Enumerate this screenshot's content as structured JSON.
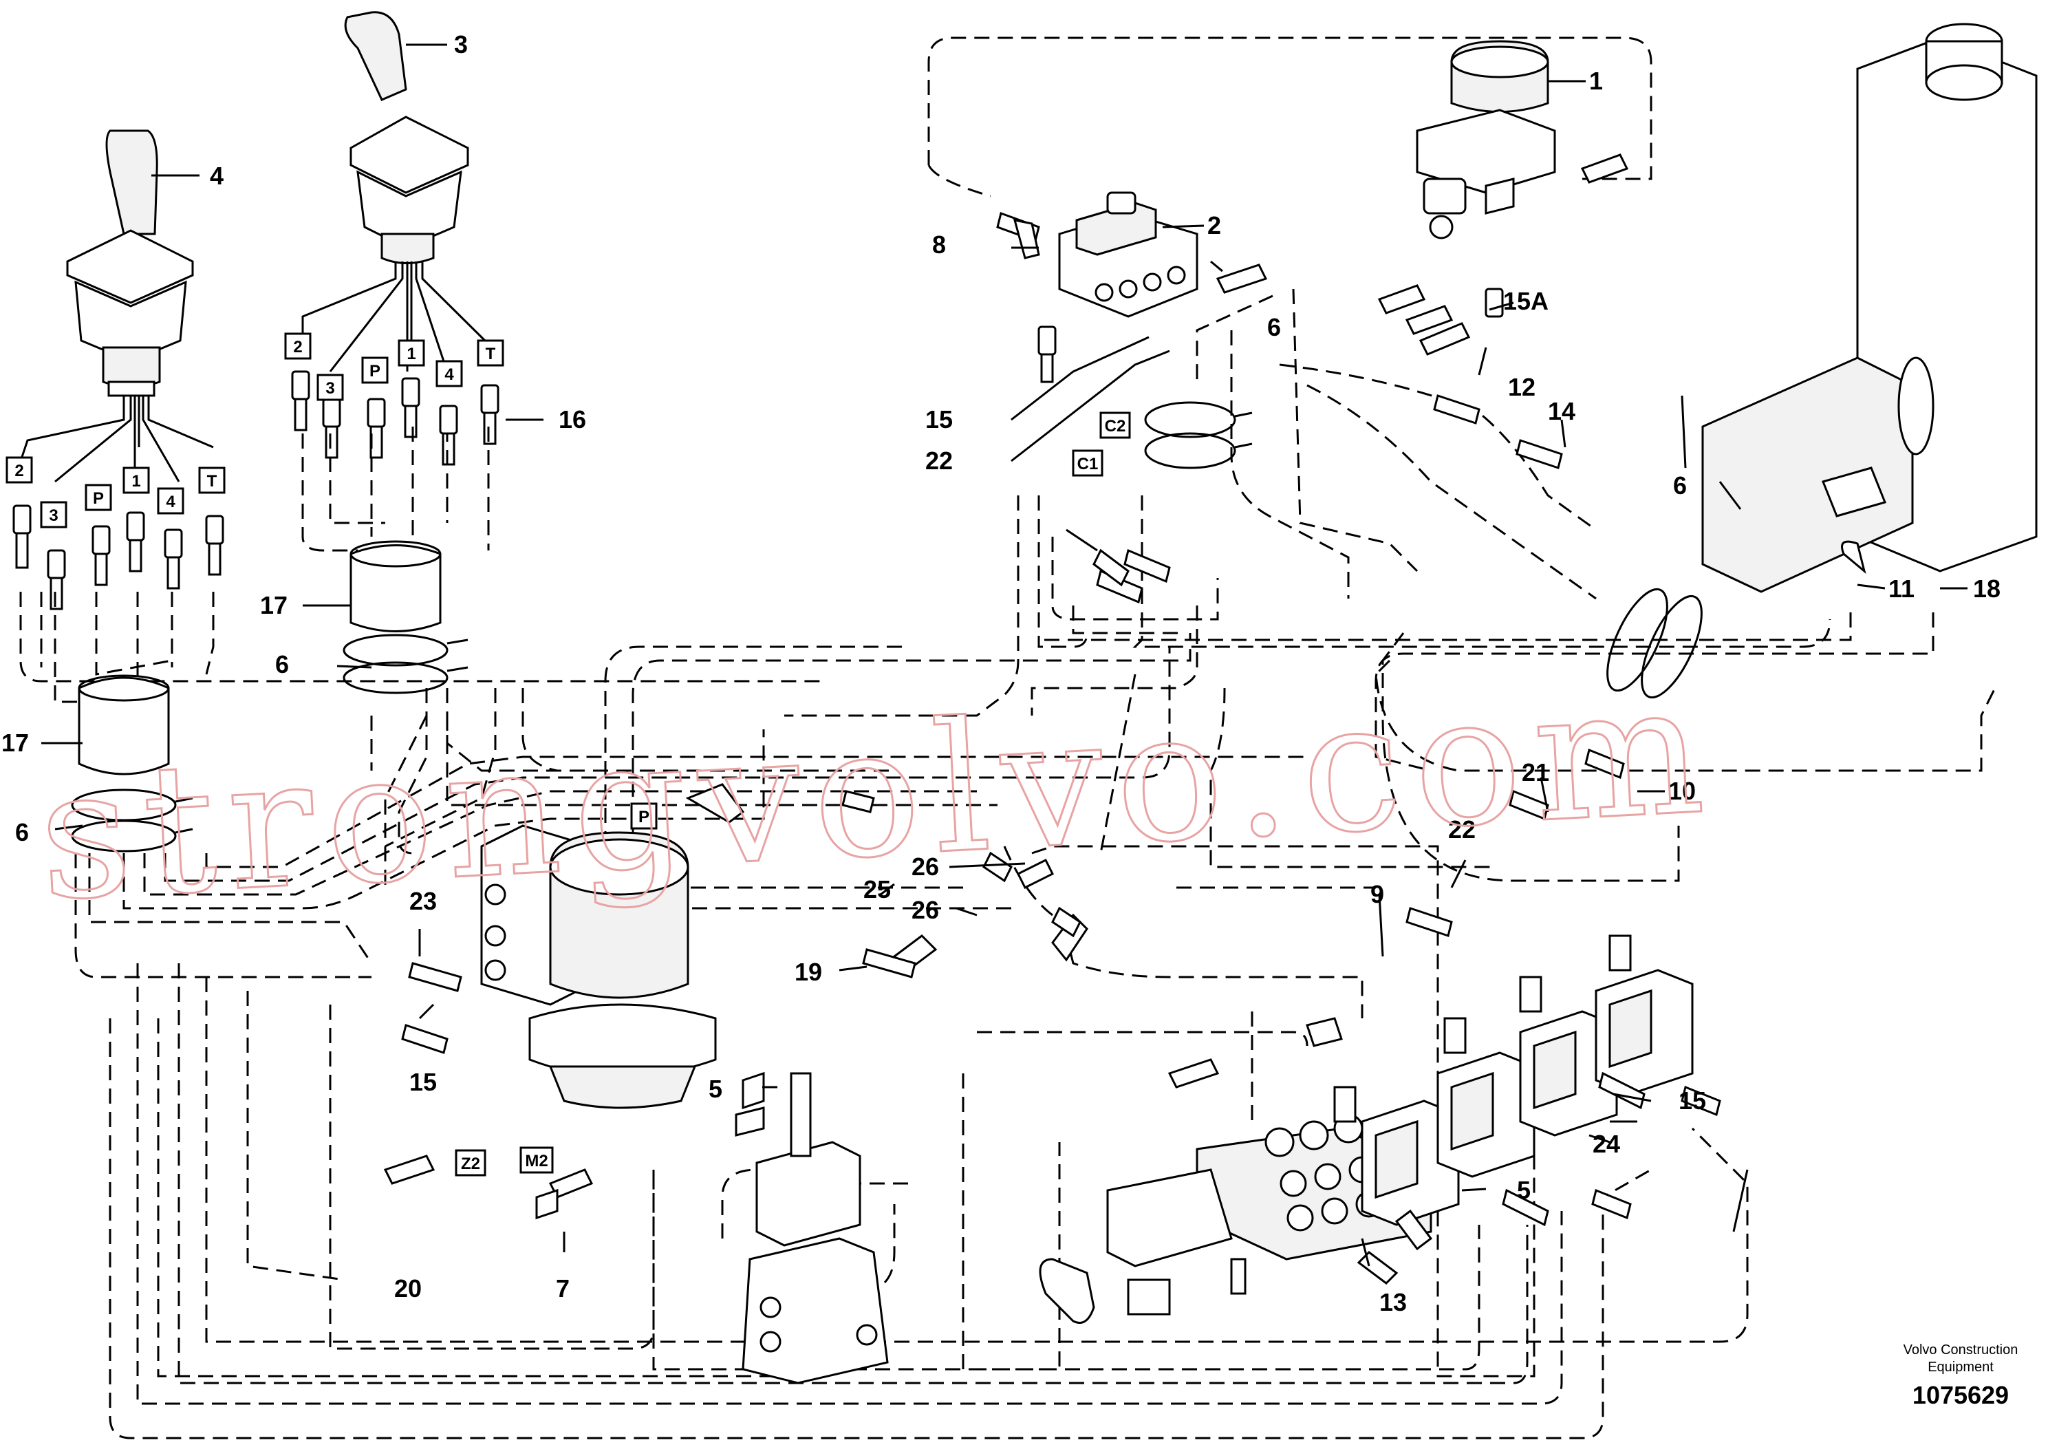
{
  "watermark": "strongvolvo.com",
  "footer": {
    "line1": "Volvo Construction",
    "line2": "Equipment",
    "part_number": "1075629"
  },
  "callouts": {
    "c1": "1",
    "c2": "2",
    "c3": "3",
    "c4": "4",
    "c5a": "5",
    "c5b": "5",
    "c6a": "6",
    "c6b": "6",
    "c6c": "6",
    "c6d": "6",
    "c7": "7",
    "c8": "8",
    "c9": "9",
    "c10": "10",
    "c11": "11",
    "c12": "12",
    "c13": "13",
    "c14": "14",
    "c15a": "15",
    "c15b": "15",
    "c15c": "15",
    "c15A": "15A",
    "c16": "16",
    "c17a": "17",
    "c17b": "17",
    "c18": "18",
    "c19": "19",
    "c20": "20",
    "c21": "21",
    "c22a": "22",
    "c22b": "22",
    "c23": "23",
    "c24": "24",
    "c25": "25",
    "c26a": "26",
    "c26b": "26"
  },
  "port_labels": {
    "l1_2": "2",
    "l1_3": "3",
    "l1_P": "P",
    "l1_1": "1",
    "l1_4": "4",
    "l1_T": "T",
    "r1_2": "2",
    "r1_3": "3",
    "r1_P": "P",
    "r1_1": "1",
    "r1_4": "4",
    "r1_T": "T",
    "C1": "C1",
    "C2": "C2",
    "Pm": "P",
    "Z2": "Z2",
    "M2": "M2"
  }
}
